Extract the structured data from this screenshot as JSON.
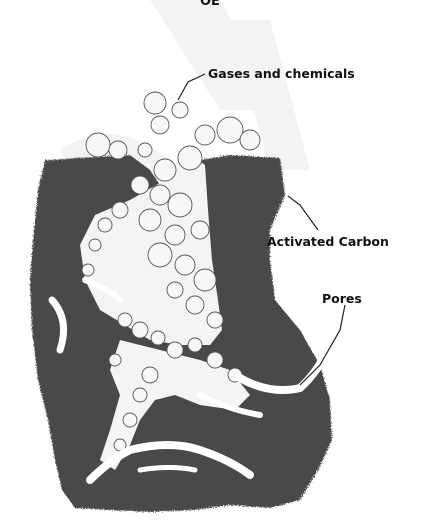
{
  "labels": {
    "gases": "Gases and chemicals",
    "carbon": "Activated Carbon",
    "pores": "Pores",
    "top_fragment": "OE"
  },
  "colors": {
    "carbon": "#4a4a4a",
    "particle_fill": "#f4f4f4",
    "particle_stroke": "#555555",
    "background": "#ffffff",
    "watermark": "#f6f6f6"
  },
  "icons": {
    "watermark": "watermark-letters-icon"
  }
}
